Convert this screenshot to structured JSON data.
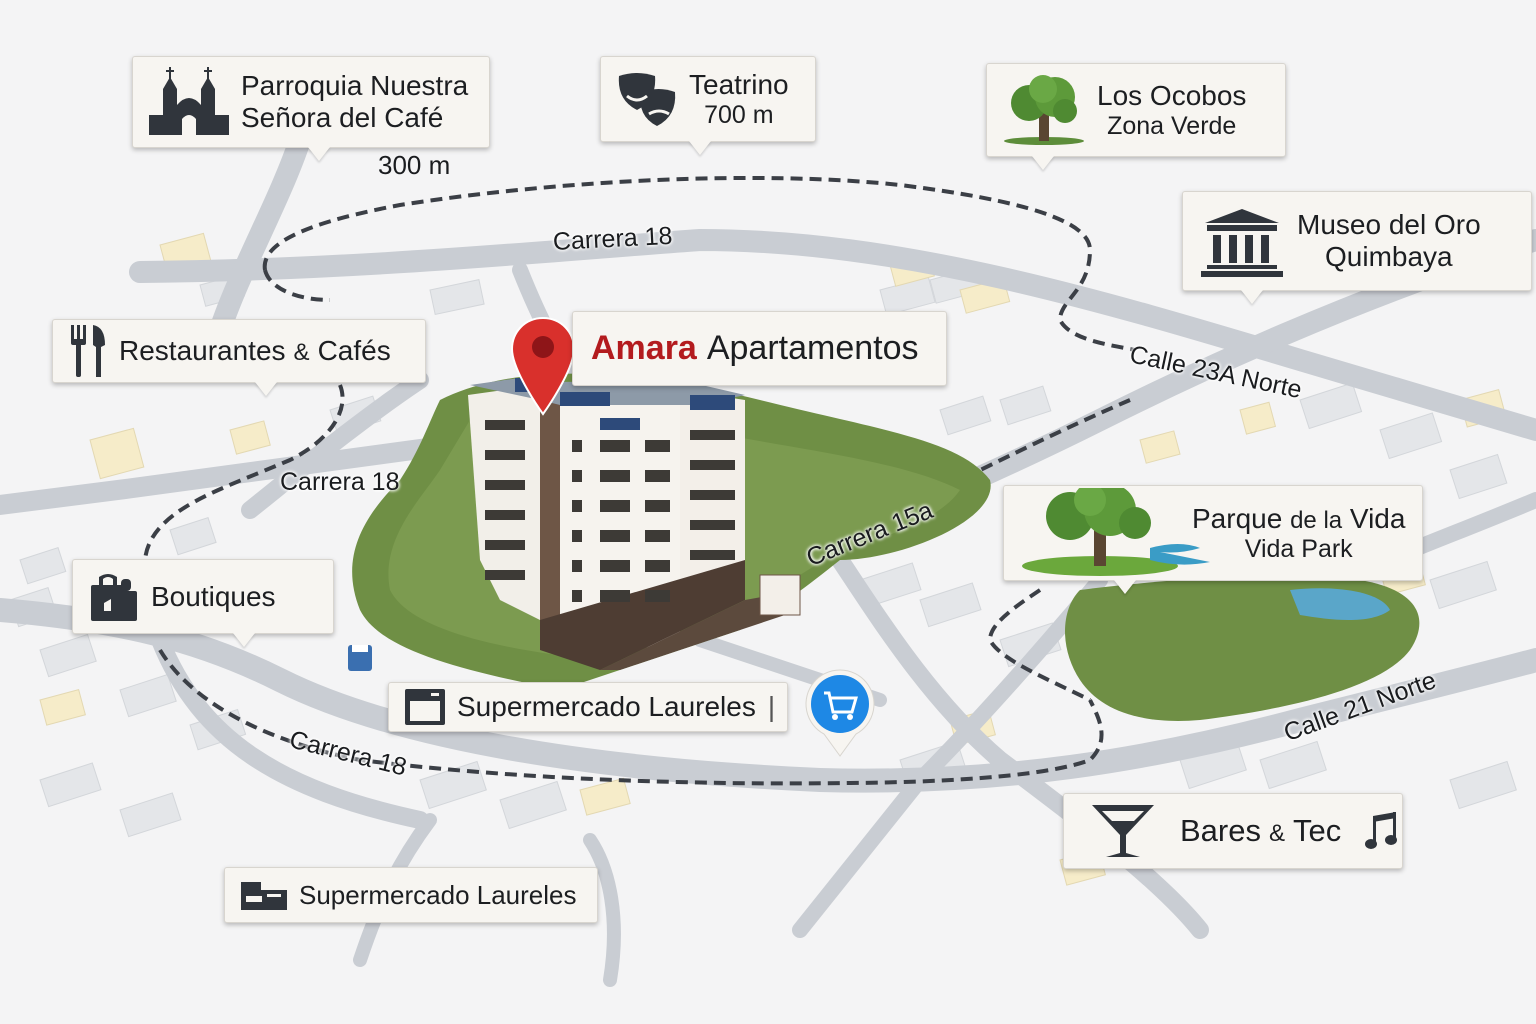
{
  "map": {
    "property": {
      "brand": "Amara",
      "name": "Apartamentos",
      "pin_color": "#d9302c",
      "brand_color": "#b31b1e"
    },
    "pois": [
      {
        "id": "parroquia",
        "line1": "Parroquia Nuestra",
        "line2": "Señora del Café",
        "distance": "300 m",
        "icon": "church-icon"
      },
      {
        "id": "teatrino",
        "line1": "Teatrino",
        "line2": "700 m",
        "icon": "theater-masks-icon"
      },
      {
        "id": "ocobos",
        "line1": "Los Ocobos",
        "line2": "Zona Verde",
        "icon": "tree-icon"
      },
      {
        "id": "museo",
        "line1": "Museo del Oro",
        "line2": "Quimbaya",
        "icon": "museum-icon"
      },
      {
        "id": "restaurantes",
        "line1": "Restaurantes",
        "amp": "&",
        "line1b": "Cafés",
        "icon": "fork-knife-icon"
      },
      {
        "id": "parque",
        "line1a": "Parque",
        "line1b": "de la",
        "line1c": "Vida",
        "line2": "Vida Park",
        "icon": "park-tree-pond-icon"
      },
      {
        "id": "boutiques",
        "line1": "Boutiques",
        "icon": "shopping-bag-icon"
      },
      {
        "id": "super1",
        "line1": "Supermercado Laureles",
        "separator": "|",
        "icon": "store-icon",
        "pin_icon": "shopping-cart-icon",
        "pin_color": "#1e88e5"
      },
      {
        "id": "bares",
        "line1a": "Bares",
        "amp": "&",
        "line1b": "Tec",
        "icon": "cocktail-icon",
        "icon2": "music-note-icon"
      },
      {
        "id": "super2",
        "line1": "Supermercado Laureles",
        "icon": "store-icon"
      }
    ],
    "streets": [
      {
        "name": "Carrera 18",
        "pos": "top"
      },
      {
        "name": "Carrera 18",
        "pos": "left"
      },
      {
        "name": "Carrera 18",
        "pos": "bottom"
      },
      {
        "name": "Calle 23A Norte"
      },
      {
        "name": "Carrera 15a"
      },
      {
        "name": "Calle 21 Norte"
      }
    ],
    "colors": {
      "background": "#f4f4f5",
      "road": "#c9cdd3",
      "block": "#e3e5e8",
      "block_warm": "#f6ecc9",
      "route": "#3b3f46",
      "callout_bg": "#f7f5f1",
      "icon_dark": "#30353c"
    }
  }
}
